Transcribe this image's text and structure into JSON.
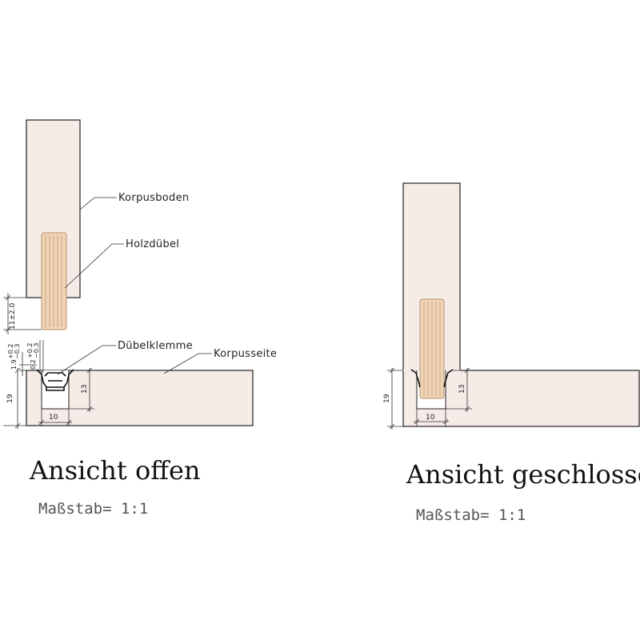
{
  "labels": {
    "korpusboden": "Korpusboden",
    "holzduebel": "Holzdübel",
    "duebelklemme": "Dübelklemme",
    "korpusseite": "Korpusseite"
  },
  "dims": {
    "gap": "11±2.0",
    "tol_a_base": "1.9",
    "tol_a_plus": "+0.2",
    "tol_a_minus": "−0.3",
    "tol_b_base": "0.2",
    "tol_b_plus": "+0.2",
    "tol_b_minus": "−0.3",
    "thickness": "19",
    "depth": "13",
    "width": "10"
  },
  "views": {
    "open_title": "Ansicht offen",
    "closed_title": "Ansicht geschlossen",
    "scale_open": "Maßstab=  1:1",
    "scale_closed": "Maßstab=  1:1"
  },
  "colors": {
    "board": "#f5ebe7",
    "dowel": "#efd5b6",
    "dowel_line": "#c9a57e",
    "ink": "#333333"
  }
}
